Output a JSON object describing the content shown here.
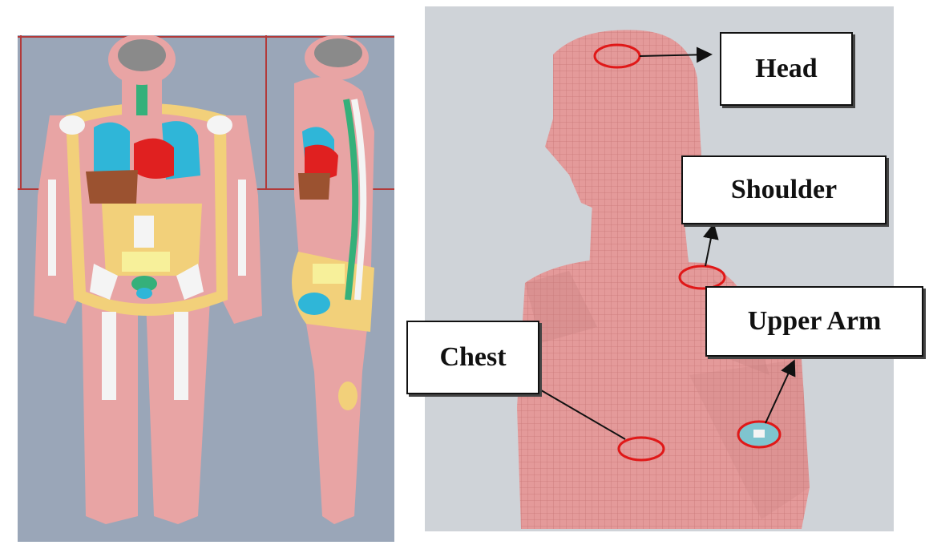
{
  "figure": {
    "left_panel": {
      "description_views": [
        "front",
        "side"
      ]
    },
    "right_panel": {
      "labels": {
        "head": "Head",
        "shoulder": "Shoulder",
        "upper_arm": "Upper Arm",
        "chest": "Chest"
      }
    }
  },
  "colors": {
    "background_left": "#9aa6b8",
    "background_right": "#cfd3d8",
    "skin": "#e8a4a4",
    "fat": "#f2d07a",
    "bone": "#f4f4f4",
    "lung": "#2fb6d8",
    "heart": "#e02020",
    "liver": "#9b5230",
    "brain": "#8a8a8a",
    "marker": "#e01818",
    "grid": "#b23a3a"
  }
}
